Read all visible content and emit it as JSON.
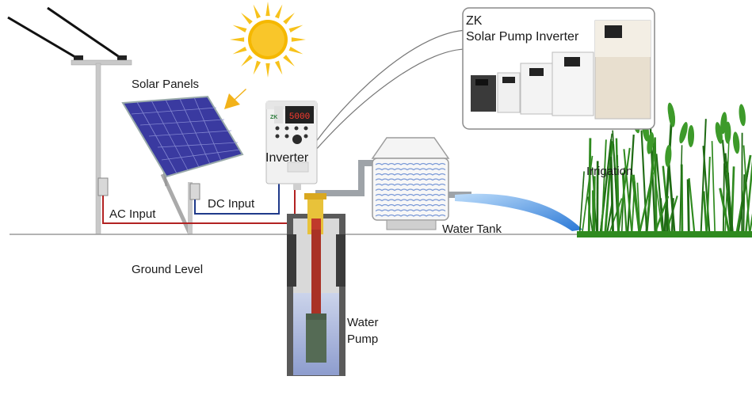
{
  "diagram": {
    "title": "Solar Pump System",
    "labels": {
      "solar_panels": "Solar Panels",
      "inverter": "Inverter",
      "ac_input": "AC Input",
      "dc_input": "DC Input",
      "ground_level": "Ground Level",
      "water_pump_line1": "Water",
      "water_pump_line2": "Pump",
      "water_tank": "Water Tank",
      "irrigation": "Irrigation"
    },
    "callout": {
      "brand": "ZK",
      "product": "Solar Pump Inverter",
      "product_count": 5
    },
    "inverter_display": "5000",
    "inverter_brand": "ZK",
    "colors": {
      "ac_wire": "#b22222",
      "dc_wire": "#1f3a8a",
      "sun": "#f7c21b",
      "sun_core": "#f5a300",
      "arrow": "#f2b21a",
      "panel": "#3a3aa0",
      "ground_line": "#9a9a9a",
      "pipe": "#9ea3a8",
      "water_jet": "#3f8fe0",
      "grass": "#2f8a1f",
      "pump_shaft": "#c0392b",
      "well_water": "#8fa3d6"
    }
  }
}
